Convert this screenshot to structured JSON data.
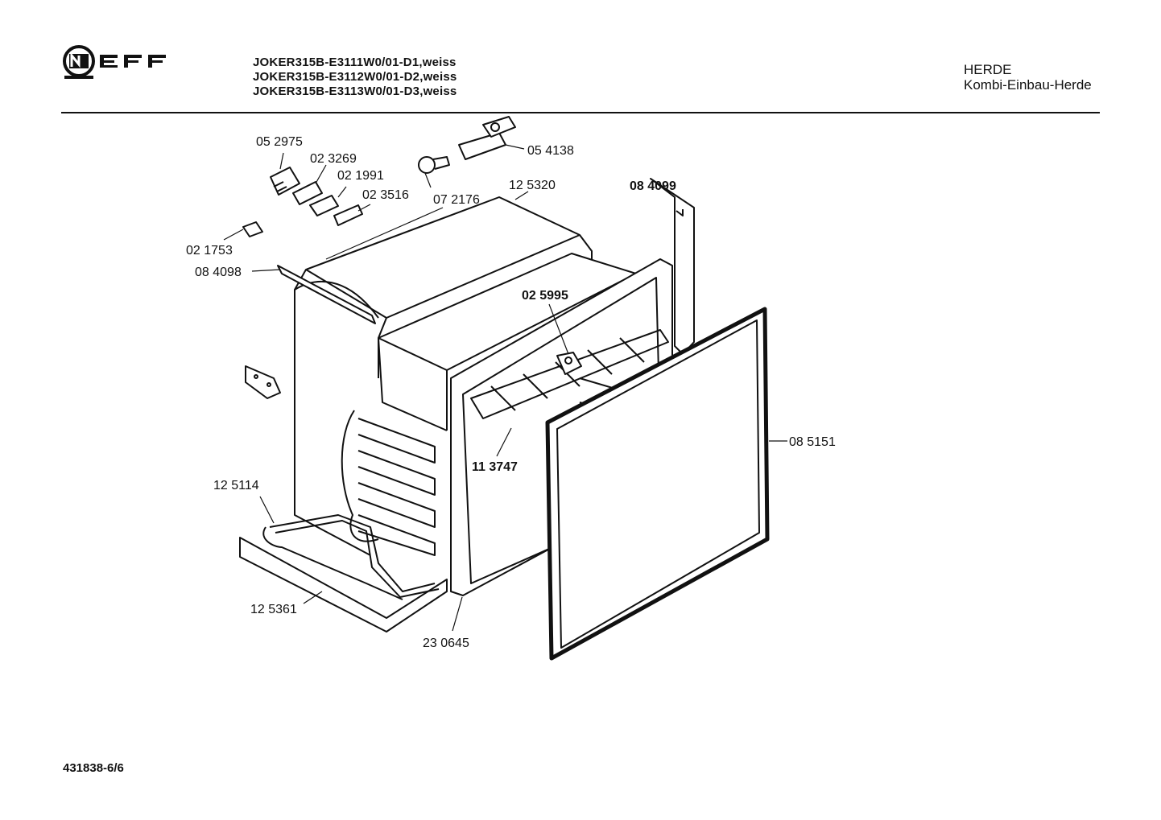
{
  "brand": {
    "logo_text": "NEFF"
  },
  "header": {
    "models": [
      "JOKER315B-E3111W0/01-D1,weiss",
      "JOKER315B-E3112W0/01-D2,weiss",
      "JOKER315B-E3113W0/01-D3,weiss"
    ],
    "category": "HERDE",
    "subcategory": "Kombi-Einbau-Herde"
  },
  "parts": [
    "05 2975",
    "02 3269",
    "02 1991",
    "02 3516",
    "02 1753",
    "08 4098",
    "07 2176",
    "05 4138",
    "12 5320",
    "08 4099",
    "02 5995",
    "11 3747",
    "08 5151",
    "12 5114",
    "12 5361",
    "23 0645"
  ],
  "footer": {
    "doc_number": "431838-6/6"
  },
  "colors": {
    "ink": "#111111",
    "paper": "#ffffff"
  }
}
